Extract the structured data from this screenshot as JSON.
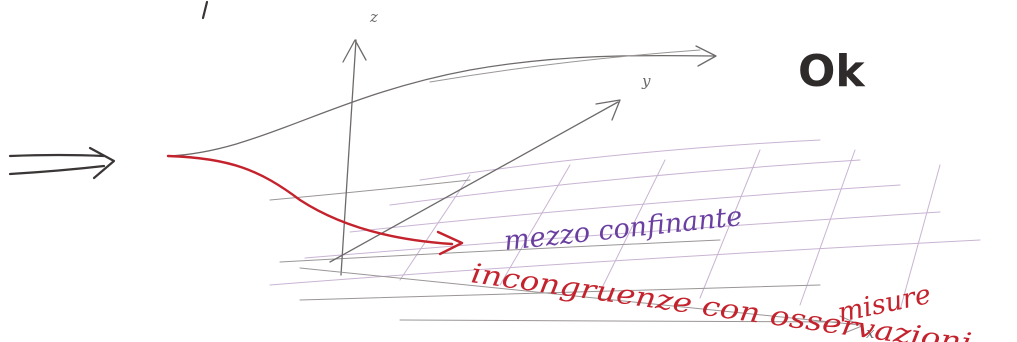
{
  "labels": {
    "ok": "Ok",
    "axis_z": "z",
    "axis_y": "y",
    "axis_x": "x",
    "mezzo": "mezzo confinante",
    "incongruenze": "incongruenze con osservazioni",
    "misure": "misure"
  },
  "colors": {
    "dark_ink": "#3a3636",
    "pencil": "#6e6a6a",
    "red_ink": "#c4232d",
    "purple_ink": "#6a3fa0",
    "grid": "#c9b4d3"
  }
}
